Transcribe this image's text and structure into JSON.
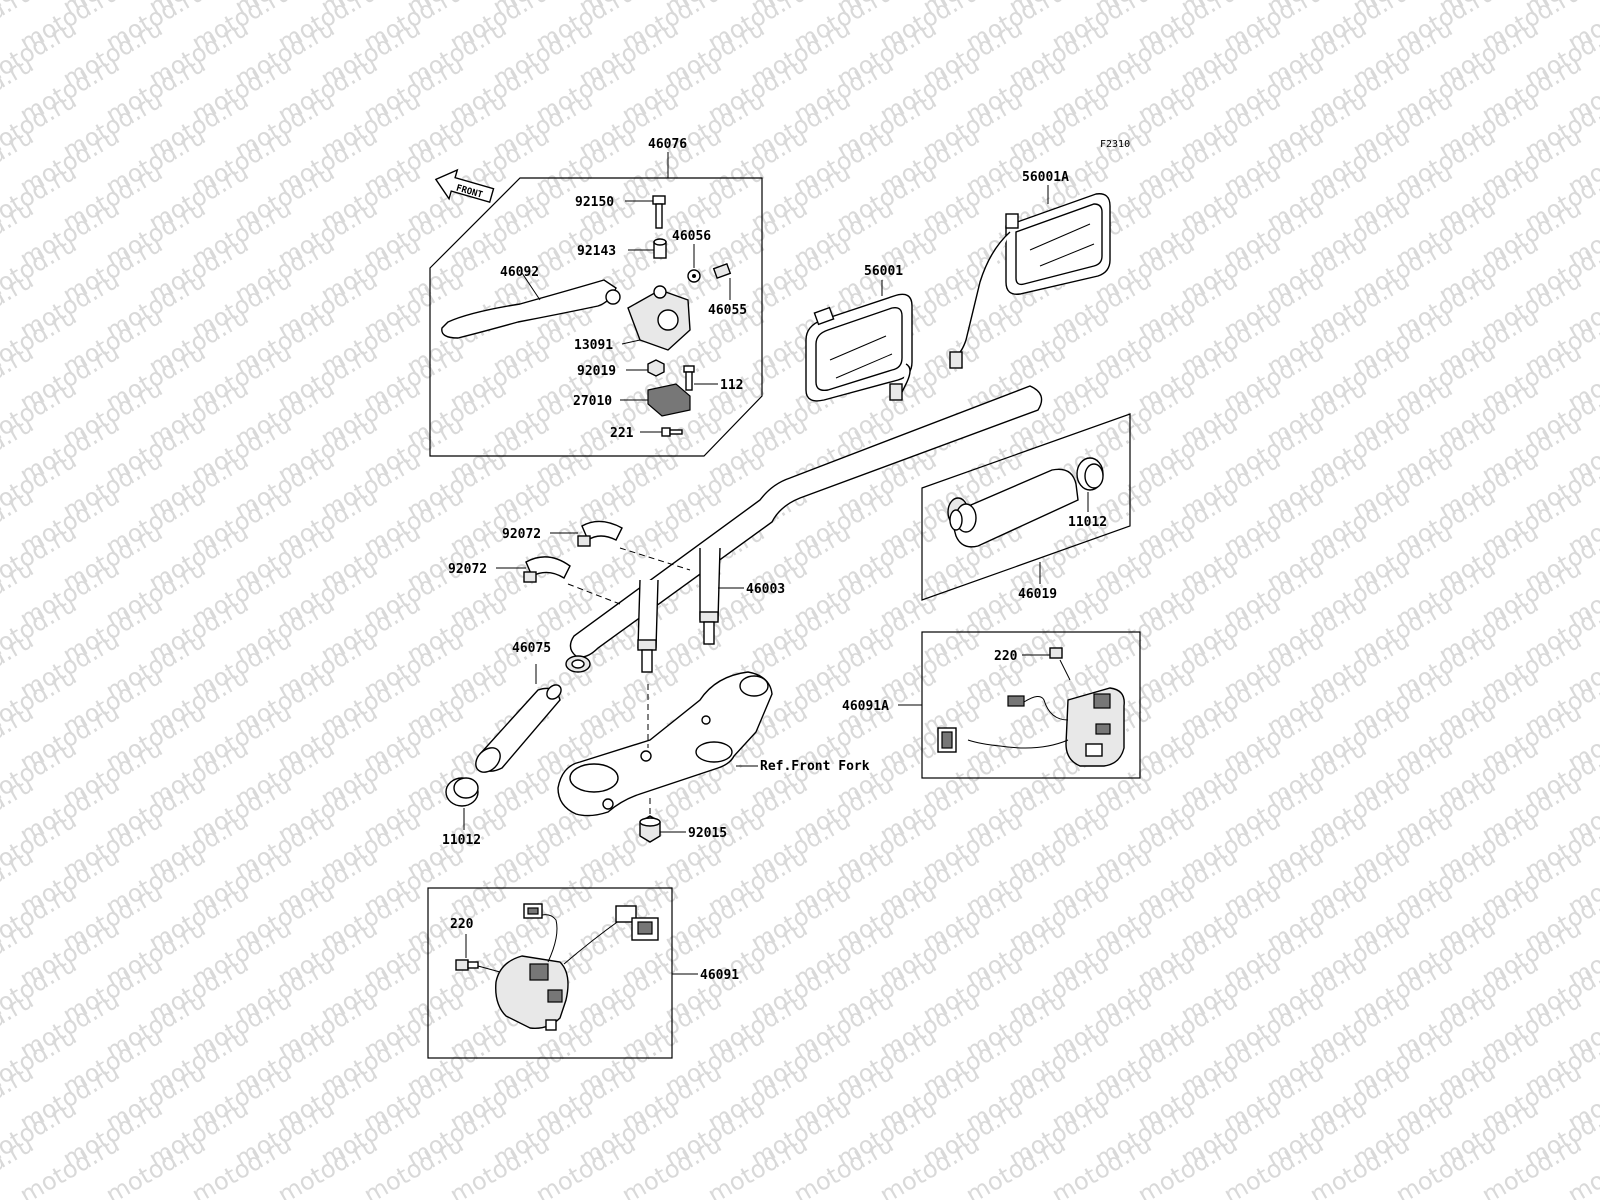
{
  "figure_code": "F2310",
  "front_arrow": "FRONT",
  "watermark": "motod.ru",
  "labels": {
    "p46076": "46076",
    "p92150": "92150",
    "p92143": "92143",
    "p46056": "46056",
    "p46092": "46092",
    "p46055": "46055",
    "p13091": "13091",
    "p92019": "92019",
    "p112": "112",
    "p27010": "27010",
    "p221": "221",
    "p56001A": "56001A",
    "p56001": "56001",
    "p92072a": "92072",
    "p92072b": "92072",
    "p46003": "46003",
    "p11012a": "11012",
    "p46019": "46019",
    "p46075": "46075",
    "p220a": "220",
    "p46091A": "46091A",
    "ref_front_fork": "Ref.Front Fork",
    "p11012b": "11012",
    "p92015": "92015",
    "p220b": "220",
    "p46091": "46091"
  }
}
